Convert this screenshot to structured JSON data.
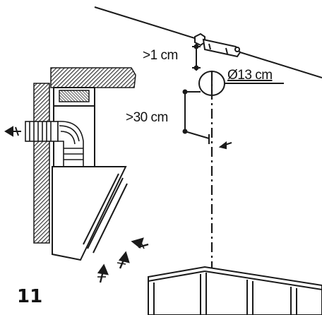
{
  "step_number": "11",
  "labels": {
    "top_gap": ">1 cm",
    "duct_diameter": "Ø13 cm",
    "side_gap": ">30 cm"
  },
  "colors": {
    "ink": "#1a1a1a",
    "hatch": "#2a2a2a",
    "background": "#ffffff"
  },
  "icons": {
    "airflow": "arrow-icon",
    "duct": "flexible-duct-icon",
    "filter": "grease-filter-icon"
  }
}
